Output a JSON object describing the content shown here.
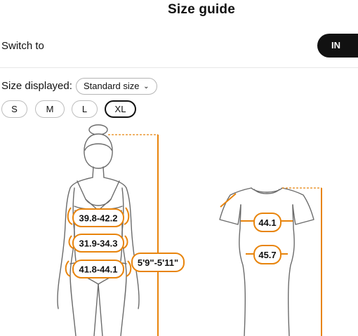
{
  "header": {
    "title": "Size guide"
  },
  "unit_switch": {
    "label": "Switch to",
    "button_label": "IN"
  },
  "size_display": {
    "label": "Size displayed:",
    "selected_option": "Standard size"
  },
  "sizes": [
    {
      "label": "S",
      "selected": false
    },
    {
      "label": "M",
      "selected": false
    },
    {
      "label": "L",
      "selected": false
    },
    {
      "label": "XL",
      "selected": true
    }
  ],
  "body_measurements": {
    "bust": "39.8-42.2",
    "waist": "31.9-34.3",
    "hip": "41.8-44.1",
    "height": "5'9\"-5'11\""
  },
  "dress_measurements": {
    "chest": "44.1",
    "waist": "45.7"
  },
  "colors": {
    "accent": "#e8840c",
    "button_bg": "#111111",
    "outline": "#6b6b6b"
  }
}
